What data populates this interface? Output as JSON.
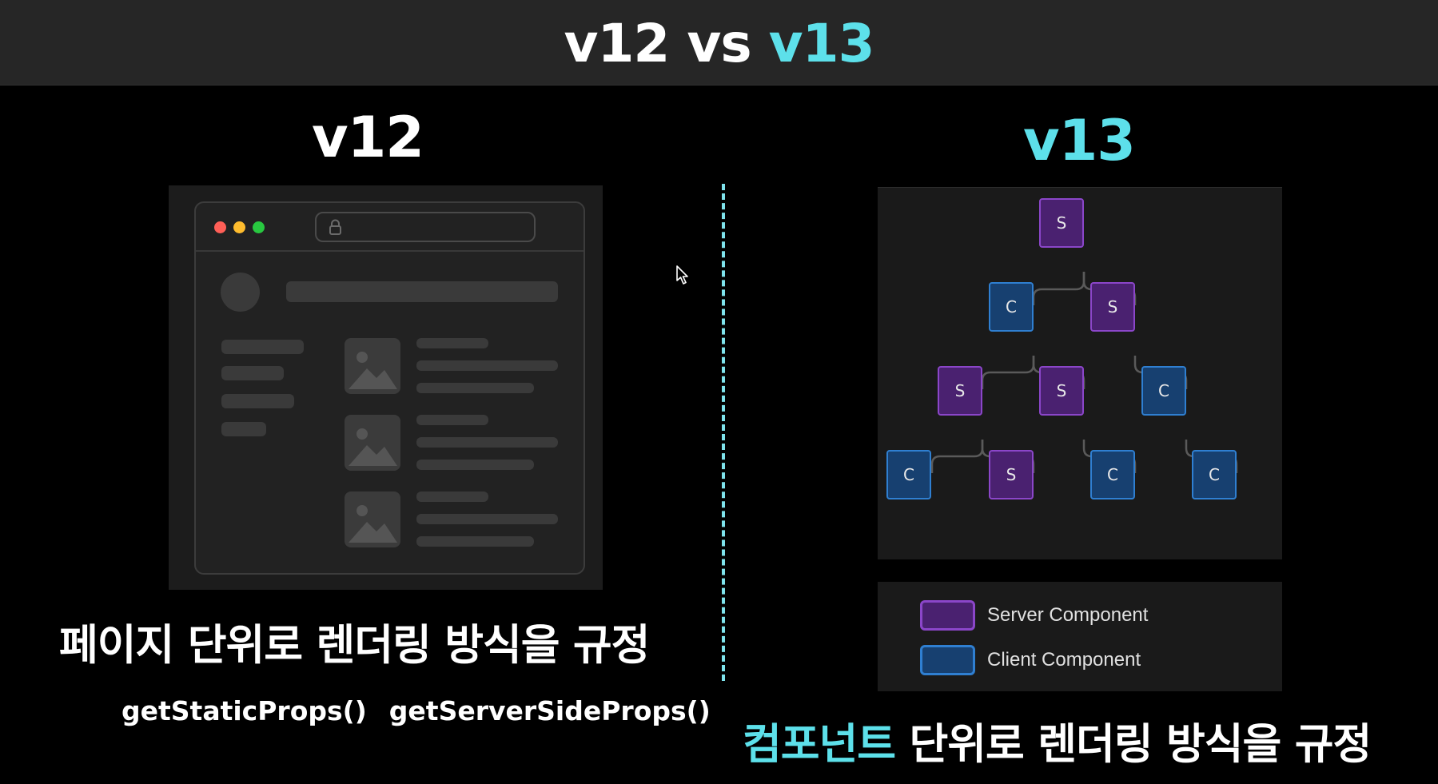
{
  "header": {
    "title_left": "v12 vs",
    "title_right": "v13"
  },
  "left": {
    "title": "v12",
    "caption": "페이지 단위로 렌더링 방식을 규정",
    "methods": [
      "getStaticProps()",
      "getServerSideProps()"
    ]
  },
  "right": {
    "title": "v13",
    "caption_highlight": "컴포넌트",
    "caption_rest": " 단위로 렌더링 방식을 규정",
    "tree": {
      "levels": [
        [
          "S"
        ],
        [
          "C",
          "S"
        ],
        [
          "S",
          "S",
          "C"
        ],
        [
          "C",
          "S",
          "C",
          "C"
        ]
      ]
    },
    "legend": {
      "server": "Server Component",
      "client": "Client Component"
    }
  },
  "colors": {
    "accent": "#5de0ea",
    "server_fill": "#4a2170",
    "server_border": "#8b46c9",
    "client_fill": "#174070",
    "client_border": "#2f7fd1",
    "traffic_red": "#ff5f57",
    "traffic_yellow": "#febc2e",
    "traffic_green": "#28c840"
  }
}
